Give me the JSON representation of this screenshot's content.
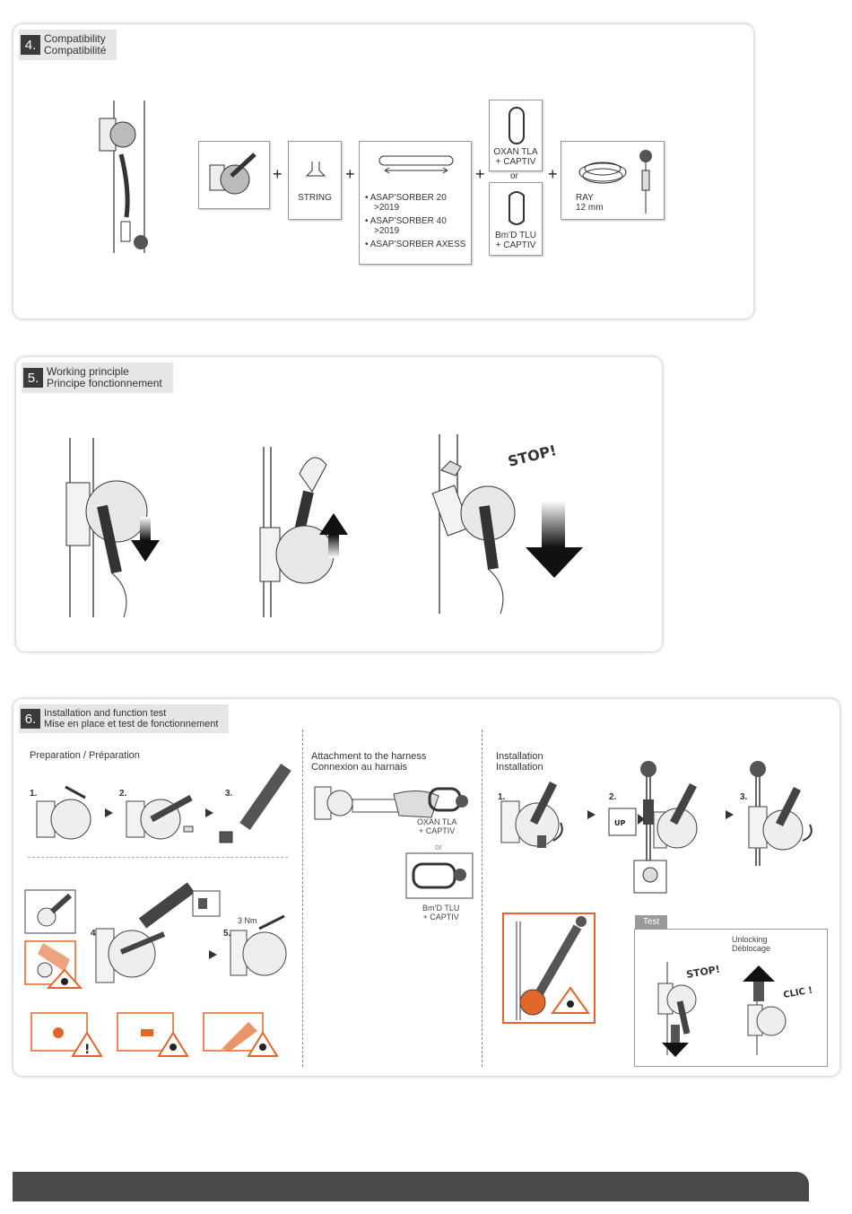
{
  "sec4": {
    "num": "4.",
    "title1": "Compatibility",
    "title2": "Compatibilité"
  },
  "sec5": {
    "num": "5.",
    "title1": "Working principle",
    "title2": "Principe fonctionnement"
  },
  "sec6": {
    "num": "6.",
    "title1": "Installation and function test",
    "title2": "Mise en place et test de fonctionnement"
  },
  "compat": {
    "string": "STRING",
    "absorbers": [
      "• ASAP’SORBER 20",
      ">2019",
      "• ASAP’SORBER 40",
      ">2019",
      "• ASAP’SORBER AXESS"
    ],
    "oxan1": "OXAN TLA",
    "oxan2": "+ CAPTIV",
    "or": "or",
    "bmd1": "Bm’D TLU",
    "bmd2": "+ CAPTIV",
    "ray1": "RAY",
    "ray2": "12 mm",
    "plus": "+"
  },
  "working": {
    "stop": "STOP!"
  },
  "install": {
    "prep": "Preparation / Préparation",
    "steps": [
      "1.",
      "2.",
      "3.",
      "4.",
      "5."
    ],
    "torque": "3 Nm",
    "attach1": "Attachment to the harness",
    "attach2": "Connexion au harnais",
    "oxan1": "OXAN TLA",
    "oxan2": "+ CAPTIV",
    "or": "or",
    "bmd1": "Bm’D TLU",
    "bmd2": "+ CAPTIV",
    "inst1": "Installation",
    "inst2": "Installation",
    "up": "UP",
    "test": "Test",
    "unlock1": "Unlocking",
    "unlock2": "Déblocage",
    "stop": "STOP!",
    "clic": "CLIC !"
  },
  "colors": {
    "accent": "#e0662a",
    "dark": "#3b3b3b"
  }
}
